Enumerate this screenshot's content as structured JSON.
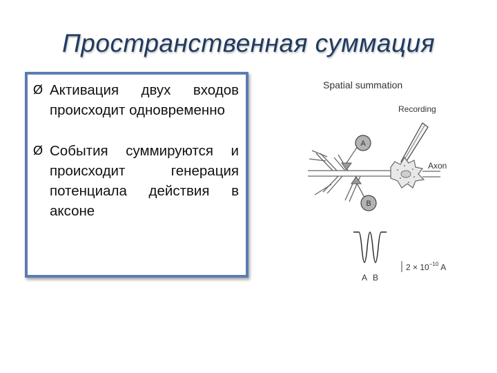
{
  "slide": {
    "title": "Пространственная суммация"
  },
  "bullets": [
    {
      "marker": "Ø",
      "text": "Активация двух входов происходит одновременно"
    },
    {
      "marker": "Ø",
      "text": "События суммируются и происходит генерация потенциала действия в аксоне"
    }
  ],
  "figure": {
    "title": "Spatial summation",
    "recording_label": "Recording",
    "axon_label": "Axon",
    "input_a": "A",
    "input_b": "B",
    "trace_label_a": "A",
    "trace_label_b": "B",
    "scale_value": "2 × 10",
    "scale_exponent": "−10",
    "scale_unit": "A"
  }
}
